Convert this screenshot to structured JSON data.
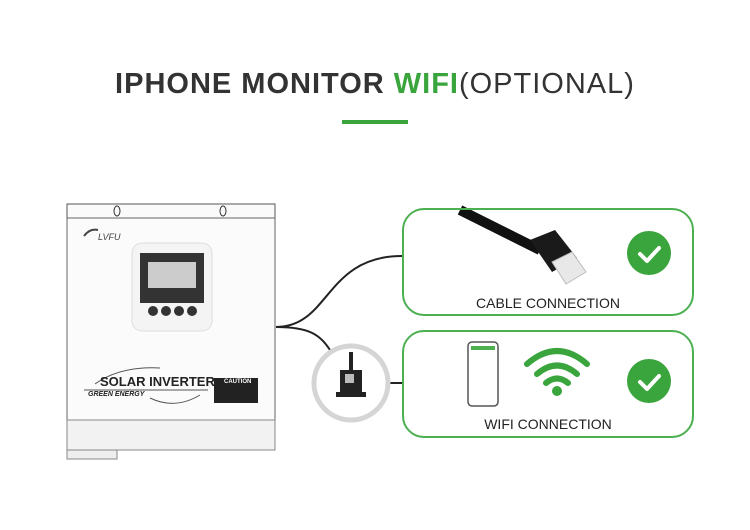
{
  "title": {
    "part1": "IPHONE MONITOR ",
    "part2": "WIFI",
    "part3": "(OPTIONAL)"
  },
  "inverter": {
    "brand": "LVFU",
    "name": "SOLAR INVERTER",
    "tagline": "GREEN ENERGY",
    "caution": "CAUTION"
  },
  "options": [
    {
      "label": "CABLE CONNECTION",
      "status": "check-icon"
    },
    {
      "label": "WIFI CONNECTION",
      "status": "check-icon"
    }
  ],
  "colors": {
    "accent": "#3aa53c",
    "text": "#333333"
  }
}
